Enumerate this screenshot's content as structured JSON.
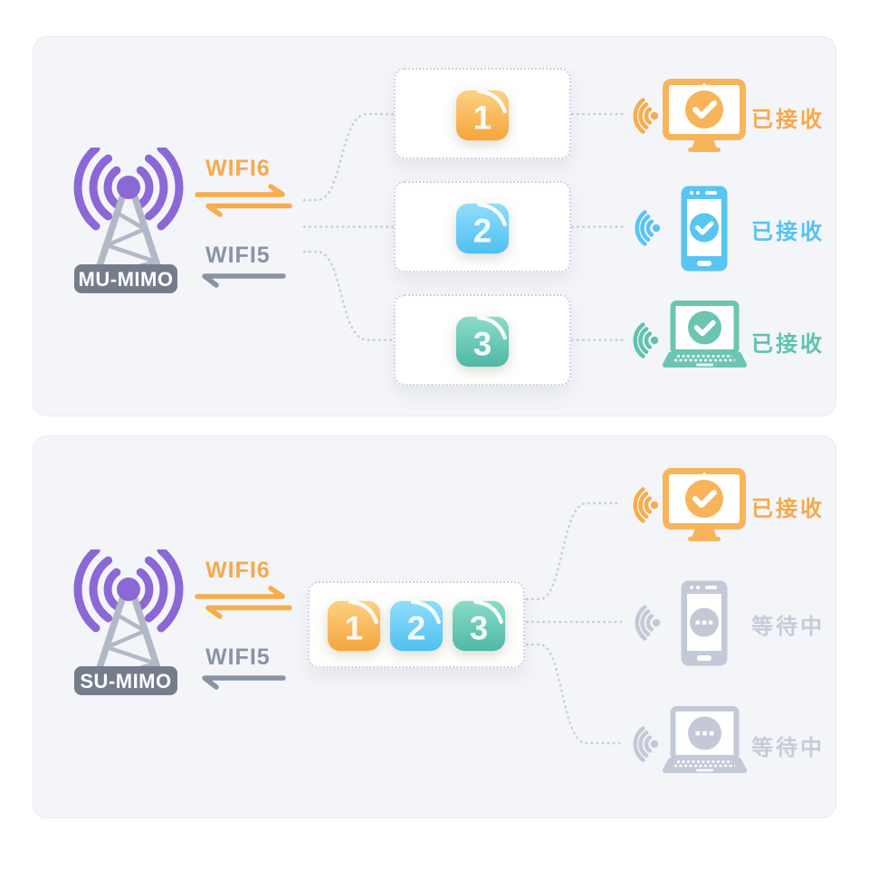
{
  "diagram": {
    "type": "wifi-mimo-comparison",
    "colors": {
      "orange": "#f6a94c",
      "blue": "#55c3f1",
      "teal": "#5fc2af",
      "purple": "#8a68d6",
      "device_gray": "#c3c9d7",
      "slate_gray": "#8a93a4",
      "label_bg": "#757d8d",
      "panel_bg": "#f4f5f9",
      "dash_line": "#c8ceda"
    },
    "icons": {
      "antenna_tower": "antenna-tower-icon",
      "wifi_signal": "wifi-signal-icon",
      "check": "check-circle-icon",
      "waiting": "ellipsis-circle-icon",
      "monitor": "monitor-icon",
      "phone": "smartphone-icon",
      "laptop": "laptop-icon",
      "packet_folder": "numbered-folder-icon"
    }
  },
  "panels": [
    {
      "tower_label": "MU-MIMO",
      "wifi6_label": "WIFI6",
      "wifi5_label": "WIFI5",
      "packets": [
        "1",
        "2",
        "3"
      ],
      "devices": [
        {
          "type": "monitor",
          "status": "已接收",
          "state": "received",
          "color": "orange"
        },
        {
          "type": "phone",
          "status": "已接收",
          "state": "received",
          "color": "blue"
        },
        {
          "type": "laptop",
          "status": "已接收",
          "state": "received",
          "color": "teal"
        }
      ]
    },
    {
      "tower_label": "SU-MIMO",
      "wifi6_label": "WIFI6",
      "wifi5_label": "WIFI5",
      "packets": [
        "1",
        "2",
        "3"
      ],
      "devices": [
        {
          "type": "monitor",
          "status": "已接收",
          "state": "received",
          "color": "orange"
        },
        {
          "type": "phone",
          "status": "等待中",
          "state": "waiting",
          "color": "gray"
        },
        {
          "type": "laptop",
          "status": "等待中",
          "state": "waiting",
          "color": "gray"
        }
      ]
    }
  ]
}
